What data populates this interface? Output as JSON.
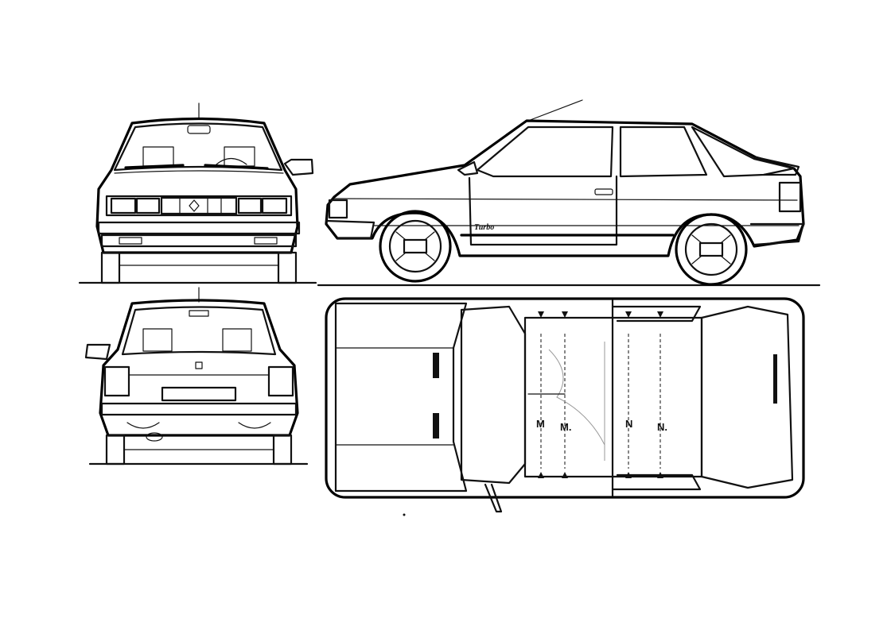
{
  "side_view": {
    "badge": "Turbo"
  },
  "top_view": {
    "dimension_labels": [
      "M",
      "M.",
      "N",
      "N."
    ]
  }
}
